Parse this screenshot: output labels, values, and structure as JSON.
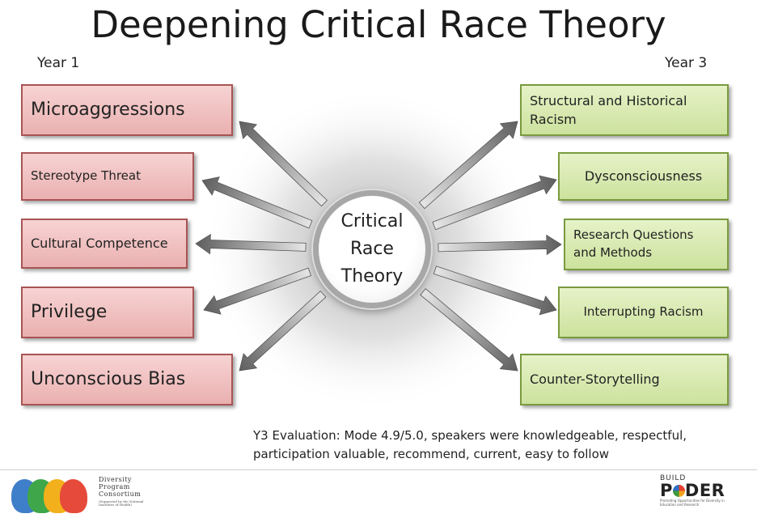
{
  "title": "Deepening Critical Race Theory",
  "year_left": "Year 1",
  "year_right": "Year 3",
  "center": [
    "Critical",
    "Race",
    "Theory"
  ],
  "left_items": [
    "Microaggressions",
    "Stereotype Threat",
    "Cultural Competence",
    "Privilege",
    "Unconscious Bias"
  ],
  "right_items": [
    "Structural and Historical Racism",
    "Dysconsciousness",
    "Research Questions and Methods",
    "Interrupting Racism",
    "Counter-Storytelling"
  ],
  "evaluation": "Y3 Evaluation: Mode 4.9/5.0, speakers were knowledgeable, respectful, participation  valuable, recommend, current, easy to follow",
  "footer_left": {
    "name_lines": [
      "Diversity",
      "Program",
      "Consortium"
    ],
    "note": "(Supported by the National Institutes of Health)"
  },
  "footer_right": {
    "top": "BUILD",
    "logo_before": "P",
    "logo_after": "DER",
    "subtitle": "Promoting Opportunities for Diversity in Education and Research"
  },
  "colors": {
    "left_box_fill": "#efc2c2",
    "left_box_border": "#a85454",
    "right_box_fill": "#d8e9b2",
    "right_box_border": "#7a9a3f",
    "arrow": "#8c8c8c"
  }
}
